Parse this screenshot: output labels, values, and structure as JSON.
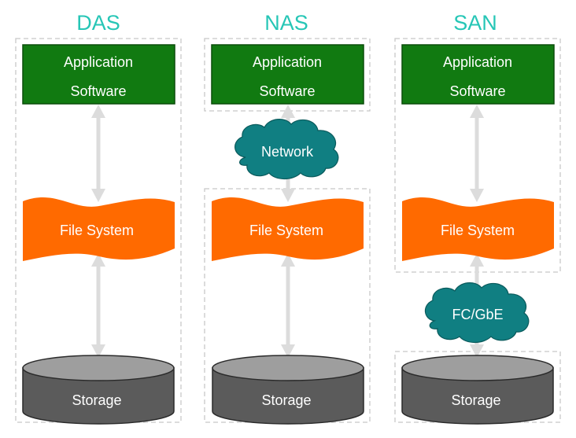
{
  "columns": [
    {
      "title": "DAS",
      "app_line1": "Application",
      "app_line2": "Software",
      "filesystem": "File System",
      "network": "",
      "storage": "Storage"
    },
    {
      "title": "NAS",
      "app_line1": "Application",
      "app_line2": "Software",
      "filesystem": "File System",
      "network": "Network",
      "storage": "Storage"
    },
    {
      "title": "SAN",
      "app_line1": "Application",
      "app_line2": "Software",
      "filesystem": "File System",
      "network": "FC/GbE",
      "storage": "Storage"
    }
  ],
  "colors": {
    "title": "#26c6b6",
    "application": "#117a11",
    "filesystem": "#ff6a00",
    "cloud": "#107f82",
    "storage_body": "#5b5b5b",
    "storage_top": "#9e9e9e",
    "arrows": "#dcdcdc",
    "frame": "#c8c8c8"
  }
}
